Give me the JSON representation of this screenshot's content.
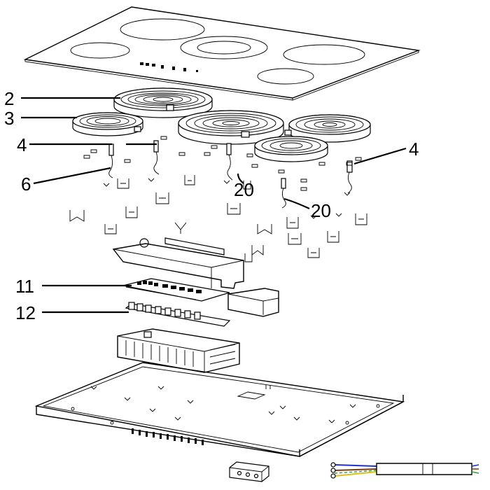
{
  "diagram": {
    "callouts": [
      {
        "id": "c2",
        "label": "2"
      },
      {
        "id": "c3",
        "label": "3"
      },
      {
        "id": "c4a",
        "label": "4"
      },
      {
        "id": "c4b",
        "label": "4"
      },
      {
        "id": "c6",
        "label": "6"
      },
      {
        "id": "c20a",
        "label": "20"
      },
      {
        "id": "c20b",
        "label": "20"
      },
      {
        "id": "c11",
        "label": "11"
      },
      {
        "id": "c12",
        "label": "12"
      }
    ],
    "parts": [
      "glass-cooktop",
      "heating-element-large",
      "heating-element-small-left",
      "heating-element-center",
      "heating-element-right-rear",
      "heating-element-right-front",
      "temperature-sensor",
      "sensor-wire",
      "mounting-clip",
      "bracket",
      "control-board",
      "relay-board",
      "plastic-housing",
      "bottom-chassis",
      "terminal-block",
      "power-cord"
    ]
  }
}
